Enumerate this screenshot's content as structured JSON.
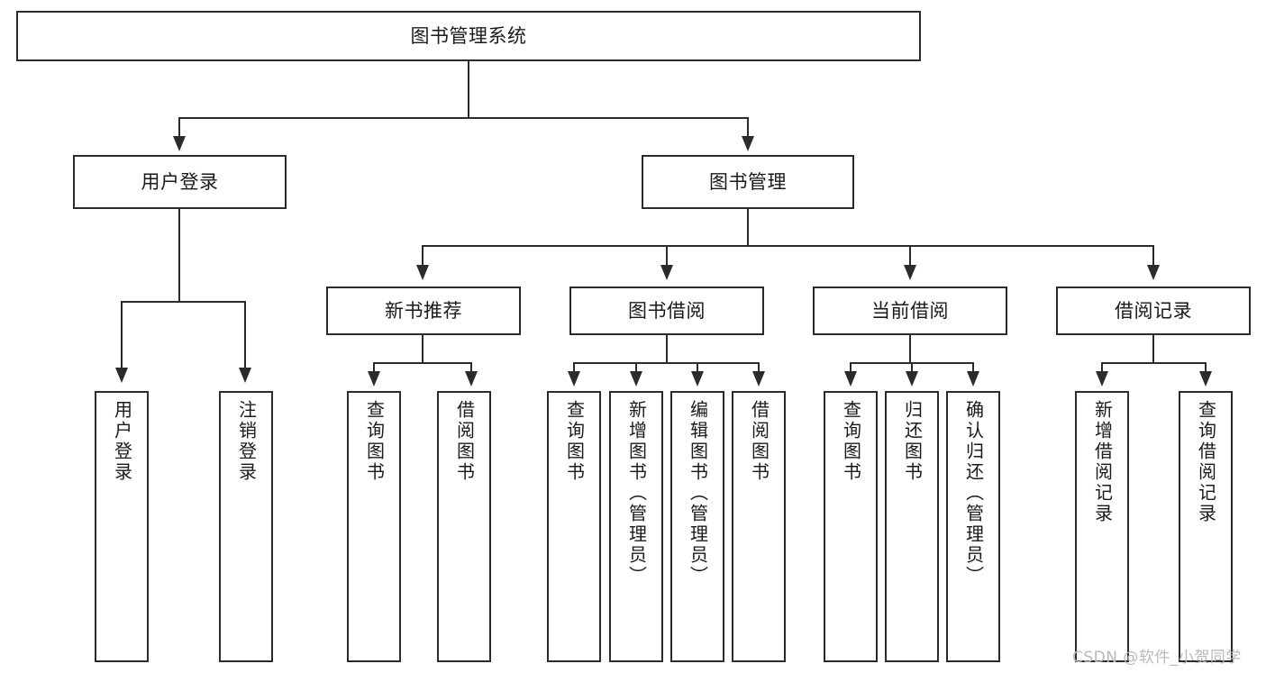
{
  "diagram": {
    "title": "图书管理系统",
    "type": "tree-hierarchy-chart",
    "root": {
      "label": "图书管理系统"
    },
    "level2": [
      {
        "label": "用户登录"
      },
      {
        "label": "图书管理"
      }
    ],
    "level3": [
      {
        "label": "新书推荐"
      },
      {
        "label": "图书借阅"
      },
      {
        "label": "当前借阅"
      },
      {
        "label": "借阅记录"
      }
    ],
    "leaves": {
      "user_login": [
        {
          "label": "用户登录"
        },
        {
          "label": "注销登录"
        }
      ],
      "new_book_recommend": [
        {
          "label": "查询图书"
        },
        {
          "label": "借阅图书"
        }
      ],
      "book_borrow": [
        {
          "label": "查询图书"
        },
        {
          "label": "新增图书（管理员）"
        },
        {
          "label": "编辑图书（管理员）"
        },
        {
          "label": "借阅图书"
        }
      ],
      "current_borrow": [
        {
          "label": "查询图书"
        },
        {
          "label": "归还图书"
        },
        {
          "label": "确认归还（管理员）"
        }
      ],
      "borrow_record": [
        {
          "label": "新增借阅记录"
        },
        {
          "label": "查询借阅记录"
        }
      ]
    }
  },
  "watermark": {
    "text": "CSDN @软件_小贺同学"
  },
  "colors": {
    "stroke": "#2b2b2b",
    "fill": "#ffffff",
    "text": "#1a1a1a",
    "watermark": "#b9b9b9"
  }
}
